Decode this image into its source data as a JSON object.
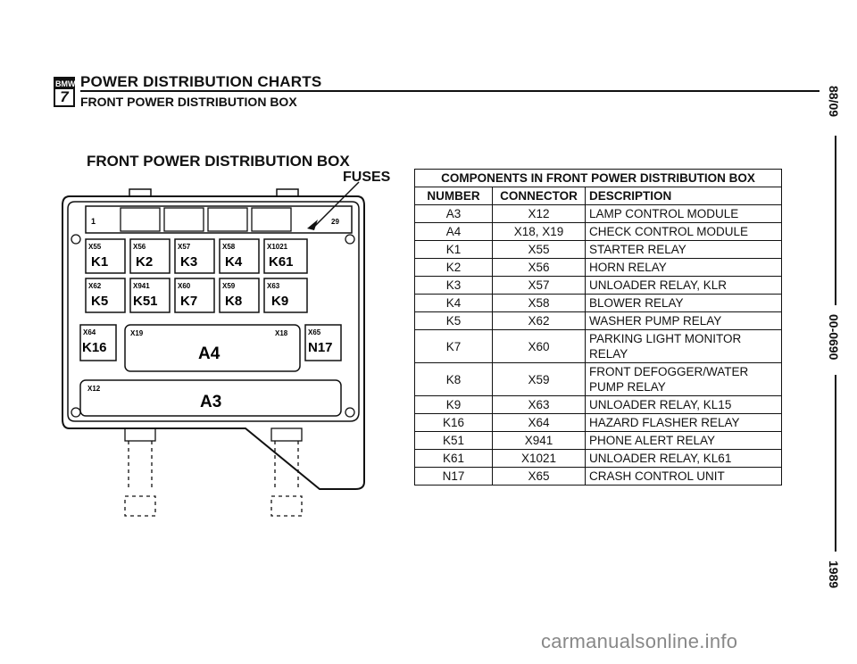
{
  "header": {
    "logo_top": "BMW",
    "logo_number": "7",
    "title": "POWER DISTRIBUTION CHARTS",
    "subtitle": "FRONT POWER DISTRIBUTION BOX"
  },
  "margin": {
    "date": "88/09",
    "code": "00-0690",
    "year": "1989"
  },
  "figure": {
    "title": "FRONT POWER DISTRIBUTION BOX",
    "fuses_label": "FUSES",
    "fuse_first": "1",
    "fuse_last": "29",
    "relays_row1": [
      {
        "connector": "X55",
        "relay": "K1"
      },
      {
        "connector": "X56",
        "relay": "K2"
      },
      {
        "connector": "X57",
        "relay": "K3"
      },
      {
        "connector": "X58",
        "relay": "K4"
      },
      {
        "connector": "X1021",
        "relay": "K61"
      }
    ],
    "relays_row2": [
      {
        "connector": "X62",
        "relay": "K5"
      },
      {
        "connector": "X941",
        "relay": "K51"
      },
      {
        "connector": "X60",
        "relay": "K7"
      },
      {
        "connector": "X59",
        "relay": "K8"
      },
      {
        "connector": "X63",
        "relay": "K9"
      }
    ],
    "left_relay": {
      "connector": "X64",
      "relay": "K16"
    },
    "right_relay": {
      "connector": "X65",
      "relay": "N17"
    },
    "module_a4": {
      "label": "A4",
      "connector_left": "X19",
      "connector_right": "X18"
    },
    "module_a3": {
      "label": "A3",
      "connector": "X12"
    }
  },
  "table": {
    "caption": "COMPONENTS IN FRONT POWER DISTRIBUTION BOX",
    "headers": [
      "NUMBER",
      "CONNECTOR",
      "DESCRIPTION"
    ],
    "rows": [
      [
        "A3",
        "X12",
        "LAMP CONTROL MODULE"
      ],
      [
        "A4",
        "X18, X19",
        "CHECK CONTROL MODULE"
      ],
      [
        "K1",
        "X55",
        "STARTER RELAY"
      ],
      [
        "K2",
        "X56",
        "HORN RELAY"
      ],
      [
        "K3",
        "X57",
        "UNLOADER RELAY, KLR"
      ],
      [
        "K4",
        "X58",
        "BLOWER RELAY"
      ],
      [
        "K5",
        "X62",
        "WASHER PUMP RELAY"
      ],
      [
        "K7",
        "X60",
        "PARKING LIGHT MONITOR RELAY"
      ],
      [
        "K8",
        "X59",
        "FRONT DEFOGGER/WATER PUMP RELAY"
      ],
      [
        "K9",
        "X63",
        "UNLOADER RELAY, KL15"
      ],
      [
        "K16",
        "X64",
        "HAZARD FLASHER RELAY"
      ],
      [
        "K51",
        "X941",
        "PHONE ALERT RELAY"
      ],
      [
        "K61",
        "X1021",
        "UNLOADER RELAY, KL61"
      ],
      [
        "N17",
        "X65",
        "CRASH CONTROL UNIT"
      ]
    ]
  },
  "footer": {
    "watermark": "carmanualsonline.info"
  }
}
